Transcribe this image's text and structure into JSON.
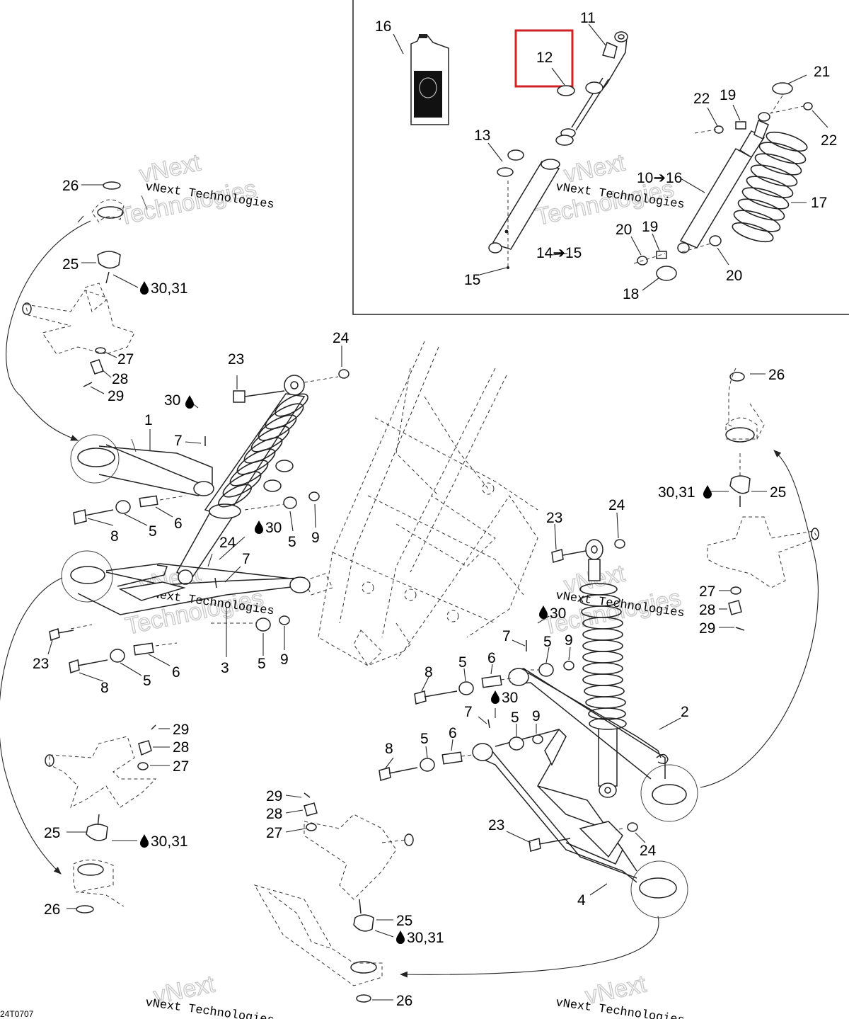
{
  "figure_code": "24T0707",
  "watermark": {
    "line1": "vNext Technologies",
    "big1": "vNext",
    "big2": "Technologies"
  },
  "callouts": {
    "inset": {
      "c16": "16",
      "c11": "11",
      "c12": "12",
      "c21": "21",
      "c13": "13",
      "c22a": "22",
      "c19a": "19",
      "c22b": "22",
      "c10to16": "10➔16",
      "c17": "17",
      "c20a": "20",
      "c19b": "19",
      "c14to15": "14➔15",
      "c15": "15",
      "c18": "18",
      "c20b": "20"
    },
    "left_top": {
      "c26": "26",
      "c25": "25",
      "c3031": "30,31",
      "c27": "27",
      "c28": "28",
      "c29": "29"
    },
    "upper_arm_left": {
      "c23": "23",
      "c24": "24",
      "c30": "30",
      "c1": "1",
      "c7": "7",
      "c8": "8",
      "c5a": "5",
      "c6": "6",
      "c5b": "5",
      "c9": "9"
    },
    "lower_arm_left": {
      "c30": "30",
      "c24": "24",
      "c7": "7",
      "c23": "23",
      "c8": "8",
      "c5a": "5",
      "c6": "6",
      "c3": "3",
      "c5b": "5",
      "c9": "9"
    },
    "left_bottom": {
      "c29": "29",
      "c28": "28",
      "c27": "27",
      "c25": "25",
      "c3031": "30,31",
      "c26": "26"
    },
    "center_bottom": {
      "c29": "29",
      "c28": "28",
      "c27": "27",
      "c25": "25",
      "c3031": "30,31",
      "c26": "26"
    },
    "right_side": {
      "c26": "26",
      "c3031": "30,31",
      "c25": "25",
      "c27": "27",
      "c28": "28",
      "c29": "29",
      "c23": "23",
      "c24": "24",
      "c30": "30",
      "c7": "7",
      "c5": "5",
      "c9": "9",
      "c8": "8",
      "c5b": "5",
      "c6": "6",
      "c2": "2"
    },
    "lower_arm_right": {
      "c30": "30",
      "c7": "7",
      "c5a": "5",
      "c9": "9",
      "c8": "8",
      "c5b": "5",
      "c6": "6",
      "c23": "23",
      "c24": "24",
      "c4": "4"
    }
  },
  "highlight_color": "#d32027",
  "lube_icon": "oil-drop-icon"
}
